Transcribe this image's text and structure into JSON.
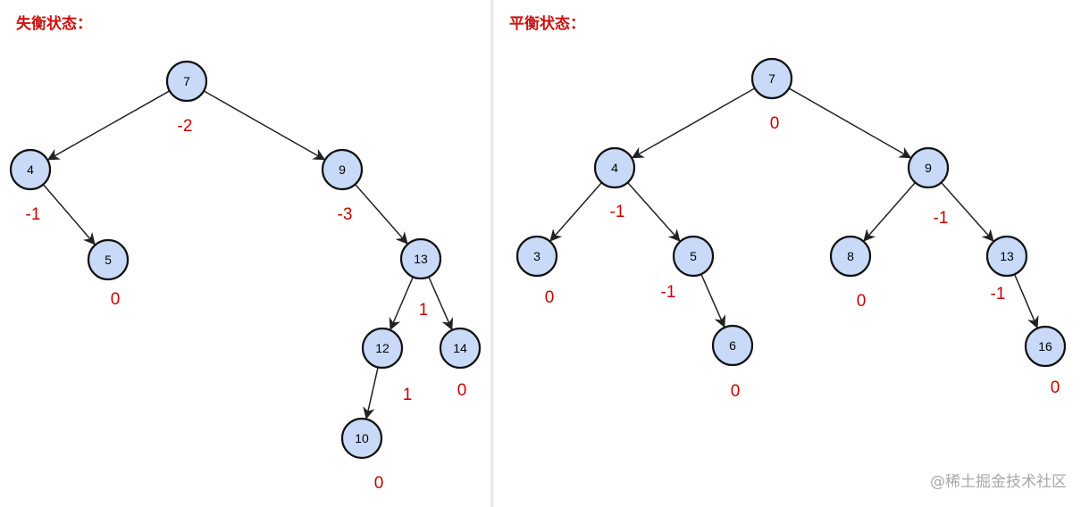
{
  "watermark": "@稀土掘金技术社区",
  "colors": {
    "node_fill": "#c9daf8",
    "node_stroke": "#111111",
    "balance_text": "#cc0000",
    "title_text": "#cc1111"
  },
  "trees": [
    {
      "id": "left",
      "title": "失衡状态：",
      "nodes": [
        {
          "id": "n7",
          "label": "7",
          "bf": "-2"
        },
        {
          "id": "n4",
          "label": "4",
          "bf": "-1"
        },
        {
          "id": "n9",
          "label": "9",
          "bf": "-3"
        },
        {
          "id": "n5",
          "label": "5",
          "bf": "0"
        },
        {
          "id": "n13",
          "label": "13",
          "bf": "1"
        },
        {
          "id": "n12",
          "label": "12",
          "bf": "1"
        },
        {
          "id": "n14",
          "label": "14",
          "bf": "0"
        },
        {
          "id": "n10",
          "label": "10",
          "bf": "0"
        }
      ],
      "edges": [
        [
          "n7",
          "n4"
        ],
        [
          "n7",
          "n9"
        ],
        [
          "n4",
          "n5"
        ],
        [
          "n9",
          "n13"
        ],
        [
          "n13",
          "n12"
        ],
        [
          "n13",
          "n14"
        ],
        [
          "n12",
          "n10"
        ]
      ]
    },
    {
      "id": "right",
      "title": "平衡状态：",
      "nodes": [
        {
          "id": "r7",
          "label": "7",
          "bf": "0"
        },
        {
          "id": "r4",
          "label": "4",
          "bf": "-1"
        },
        {
          "id": "r9",
          "label": "9",
          "bf": "-1"
        },
        {
          "id": "r3",
          "label": "3",
          "bf": "0"
        },
        {
          "id": "r5",
          "label": "5",
          "bf": "-1"
        },
        {
          "id": "r8",
          "label": "8",
          "bf": "0"
        },
        {
          "id": "r13",
          "label": "13",
          "bf": "-1"
        },
        {
          "id": "r6",
          "label": "6",
          "bf": "0"
        },
        {
          "id": "r16",
          "label": "16",
          "bf": "0"
        }
      ],
      "edges": [
        [
          "r7",
          "r4"
        ],
        [
          "r7",
          "r9"
        ],
        [
          "r4",
          "r3"
        ],
        [
          "r4",
          "r5"
        ],
        [
          "r5",
          "r6"
        ],
        [
          "r9",
          "r8"
        ],
        [
          "r9",
          "r13"
        ],
        [
          "r13",
          "r16"
        ]
      ]
    }
  ]
}
